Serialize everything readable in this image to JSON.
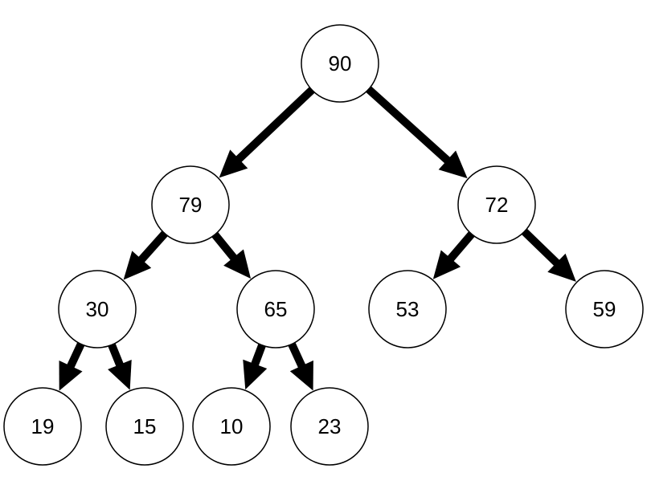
{
  "heap": {
    "nodes": [
      {
        "id": "n90",
        "label": "90"
      },
      {
        "id": "n79",
        "label": "79"
      },
      {
        "id": "n72",
        "label": "72"
      },
      {
        "id": "n30",
        "label": "30"
      },
      {
        "id": "n65",
        "label": "65"
      },
      {
        "id": "n53",
        "label": "53"
      },
      {
        "id": "n59",
        "label": "59"
      },
      {
        "id": "n19",
        "label": "19"
      },
      {
        "id": "n15",
        "label": "15"
      },
      {
        "id": "n10",
        "label": "10"
      },
      {
        "id": "n23",
        "label": "23"
      }
    ],
    "edges": [
      {
        "from": "n90",
        "to": "n79"
      },
      {
        "from": "n90",
        "to": "n72"
      },
      {
        "from": "n79",
        "to": "n30"
      },
      {
        "from": "n79",
        "to": "n65"
      },
      {
        "from": "n72",
        "to": "n53"
      },
      {
        "from": "n72",
        "to": "n59"
      },
      {
        "from": "n30",
        "to": "n19"
      },
      {
        "from": "n30",
        "to": "n15"
      },
      {
        "from": "n65",
        "to": "n10"
      },
      {
        "from": "n65",
        "to": "n23"
      }
    ]
  },
  "colors": {
    "stroke": "#000000",
    "fill": "#ffffff"
  }
}
